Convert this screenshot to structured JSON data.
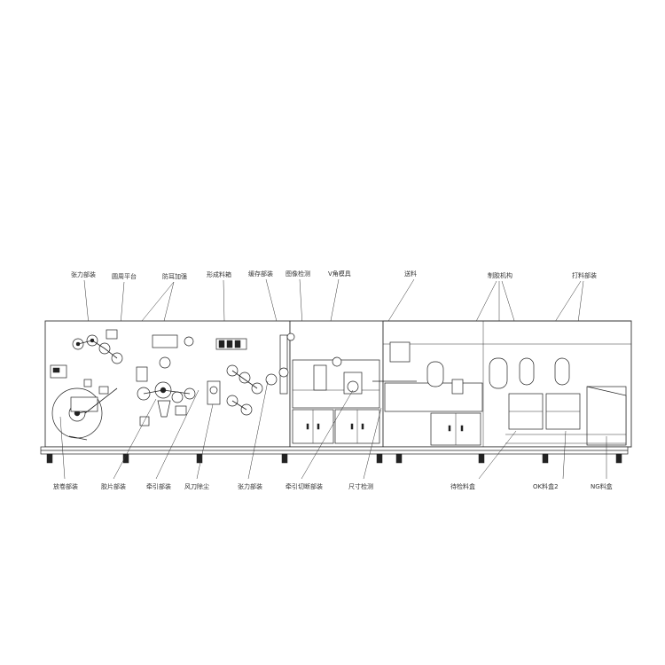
{
  "labels_top": [
    "张力部装",
    "圆周平台",
    "防耳加强",
    "形成料箱",
    "缓存部装",
    "图像检测",
    "V角模具",
    "送料",
    "制胶机构",
    "打料部装"
  ],
  "labels_bottom": [
    "放卷部装",
    "胶片部装",
    "牵引部装",
    "风刀除尘",
    "张力部装",
    "牵引切断部装",
    "尺寸检测",
    "待检料盒",
    "OK料盒2",
    "NG料盒"
  ]
}
